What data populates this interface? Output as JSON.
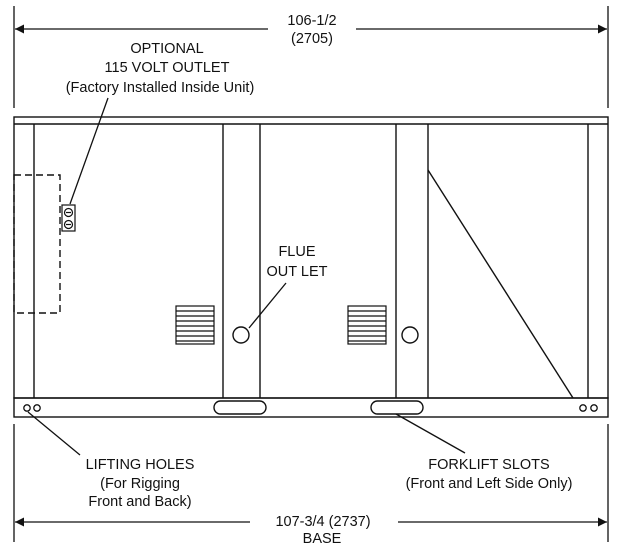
{
  "dimensions": {
    "top_width": "106-1/2",
    "top_width_metric": "(2705)",
    "base_width": "107-3/4 (2737)",
    "base_label": "BASE"
  },
  "labels": {
    "outlet": [
      "OPTIONAL",
      "115 VOLT OUTLET",
      "(Factory Installed Inside Unit)"
    ],
    "flue": [
      "FLUE",
      "OUT LET"
    ],
    "lifting_holes": [
      "LIFTING HOLES",
      "(For Rigging",
      "Front and Back)"
    ],
    "forklift_slots": [
      "FORKLIFT SLOTS",
      "(Front and Left Side Only)"
    ]
  }
}
